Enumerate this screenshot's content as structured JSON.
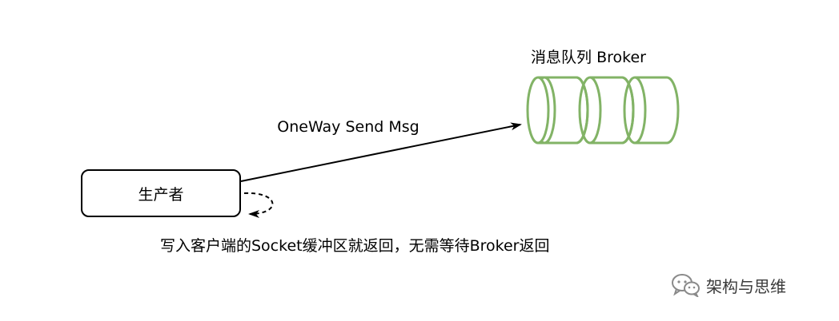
{
  "queue": {
    "title": "消息队列 Broker",
    "color": "#82b366"
  },
  "producer": {
    "label": "生产者"
  },
  "send_arrow": {
    "label": "OneWay Send Msg"
  },
  "return_note": {
    "text": "写入客户端的Socket缓冲区就返回，无需等待Broker返回"
  },
  "watermark": {
    "icon": "wechat-icon",
    "text": "架构与思维"
  }
}
